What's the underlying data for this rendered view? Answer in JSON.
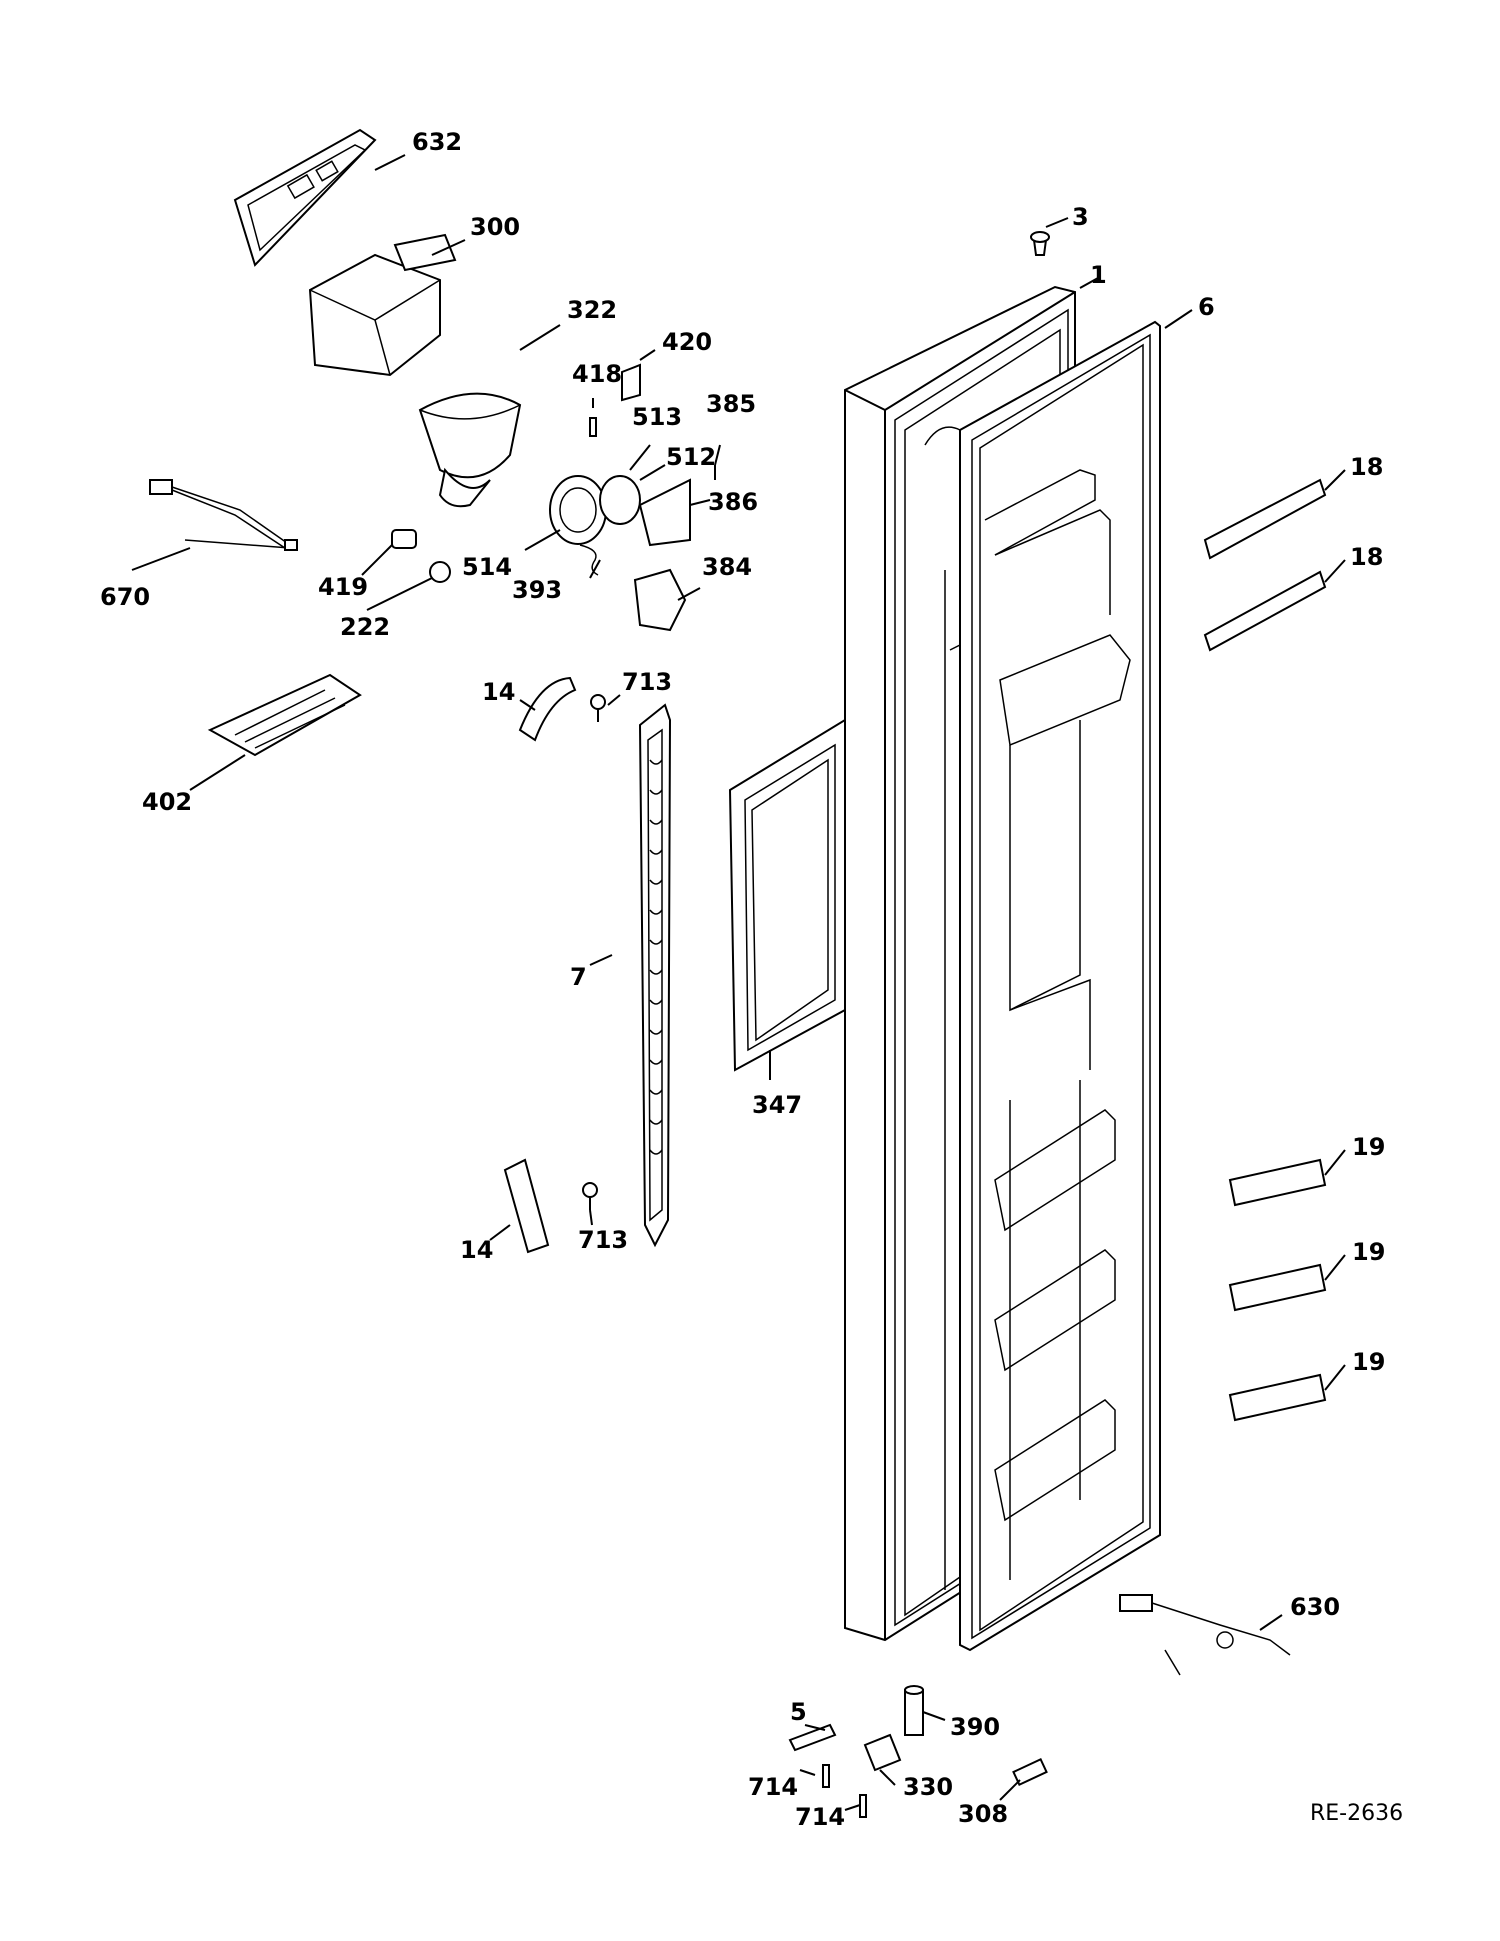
{
  "diagram": {
    "code": "RE-2636",
    "labels": {
      "p632": "632",
      "p300": "300",
      "p322": "322",
      "p420": "420",
      "p418": "418",
      "p513": "513",
      "p385": "385",
      "p512": "512",
      "p386": "386",
      "p670": "670",
      "p419": "419",
      "p514": "514",
      "p393": "393",
      "p384": "384",
      "p222": "222",
      "p3": "3",
      "p1": "1",
      "p6": "6",
      "p18a": "18",
      "p18b": "18",
      "p14a": "14",
      "p713a": "713",
      "p402": "402",
      "p7": "7",
      "p347": "347",
      "p14b": "14",
      "p713b": "713",
      "p19a": "19",
      "p19b": "19",
      "p19c": "19",
      "p630": "630",
      "p5": "5",
      "p390": "390",
      "p714a": "714",
      "p330": "330",
      "p714b": "714",
      "p308": "308"
    }
  }
}
